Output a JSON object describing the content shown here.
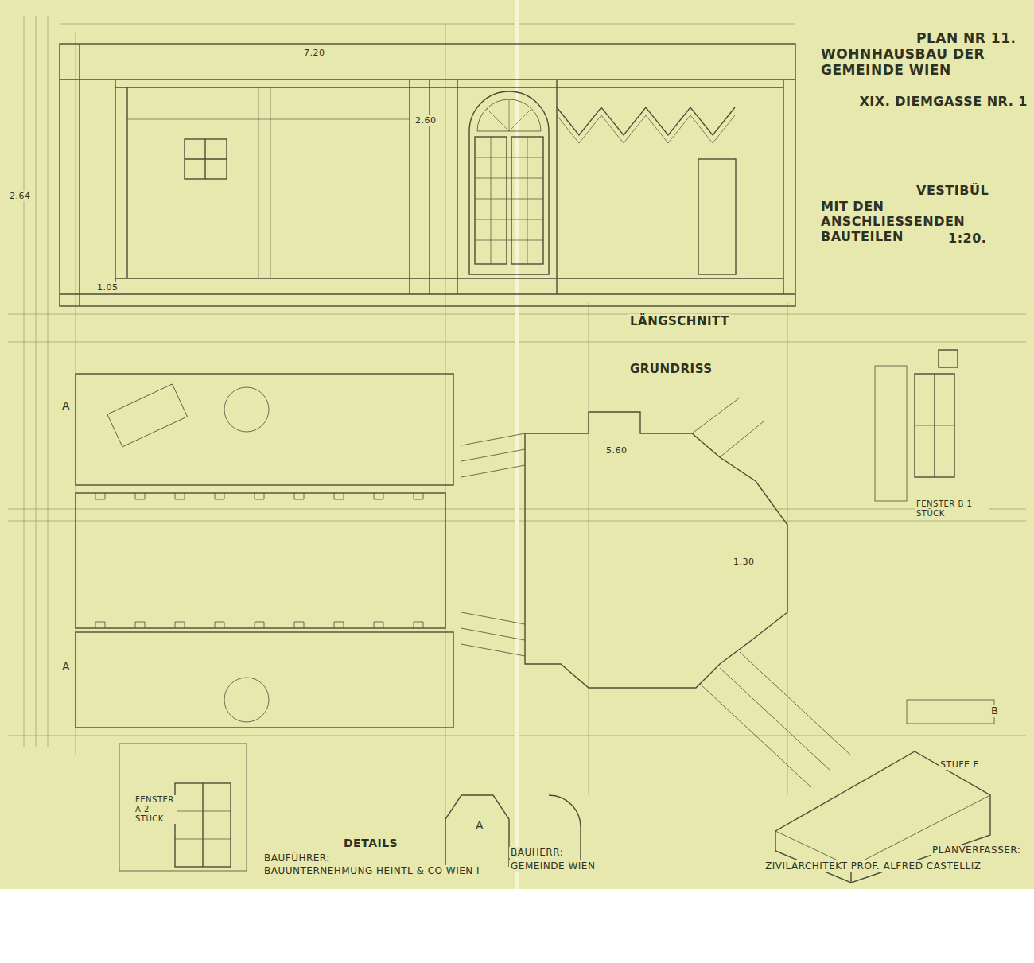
{
  "diagram": {
    "title": "PLAN NR 11.",
    "labels": [
      "WOHNHAUSBAU DER GEMEINDE WIEN",
      "XIX. DIEMGASSE NR. 1",
      "VESTIBÜL",
      "MIT DEN ANSCHLIESSENDEN BAUTEILEN",
      "1:20.",
      "LÄNGSCHNITT",
      "GRUNDRISS",
      "DETAILS",
      "BAUFÜHRER:",
      "BAUUNTERNEHMUNG HEINTL & CO WIEN I",
      "BAUHERR:",
      "GEMEINDE WIEN",
      "PLANVERFASSER:",
      "ZIVILARCHITEKT PROF. ALFRED CASTELLIZ",
      "FENSTER A 2 STÜCK",
      "FENSTER B 1 STÜCK",
      "STUFE E",
      "A",
      "A",
      "B",
      "A",
      "7.20",
      "2.64",
      "2.60",
      "5.60",
      "1.30",
      "1.05"
    ]
  }
}
